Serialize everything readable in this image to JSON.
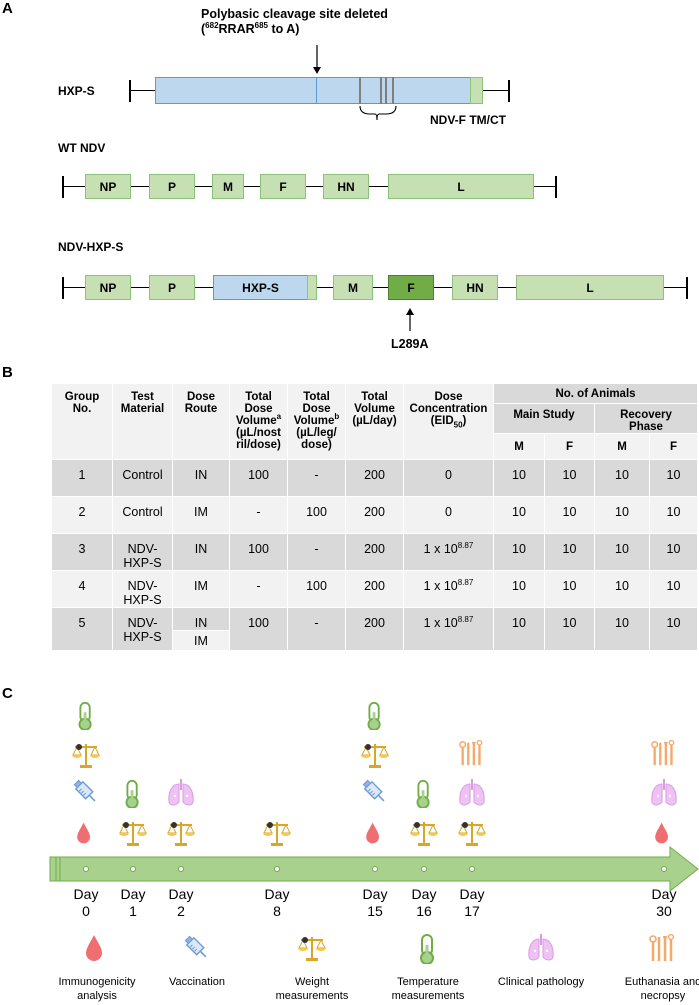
{
  "panel_a": {
    "letter": "A",
    "cleavage_label_line1": "Polybasic cleavage site deleted",
    "cleavage_label_line2": "(682RRAR685 to A)",
    "cleavage_sup1": "682",
    "cleavage_mid": "RRAR",
    "cleavage_sup2": "685",
    "cleavage_end": " to A)",
    "cleavage_open": "(",
    "hxps_label": "HXP-S",
    "tmct_label": "NDV-F TM/CT",
    "wt_label": "WT NDV",
    "wt_genes": [
      "NP",
      "P",
      "M",
      "F",
      "HN",
      "L"
    ],
    "ndv_hxps_label": "NDV-HXP-S",
    "ndv_hxps_genes": [
      "NP",
      "P",
      "HXP-S",
      "M",
      "F",
      "HN",
      "L"
    ],
    "mutation_label": "L289A"
  },
  "panel_b": {
    "letter": "B",
    "headers": {
      "group": [
        "Group",
        "No."
      ],
      "test": [
        "Test",
        "Material"
      ],
      "route": [
        "Dose",
        "Route"
      ],
      "total_dose_a": [
        "Total",
        "Dose",
        "Volume",
        "a",
        "(µL/nost",
        "ril/dose)"
      ],
      "total_dose_b": [
        "Total",
        "Dose",
        "Volume",
        "b",
        "(µL/leg/",
        "dose)"
      ],
      "total_volume": [
        "Total",
        "Volume",
        "(µL/day)"
      ],
      "dose_conc": [
        "Dose",
        "Concentration",
        "(EID",
        "50",
        ")"
      ],
      "animals": "No. of Animals",
      "main_study": "Main Study",
      "recovery": [
        "Recovery",
        "Phase"
      ],
      "m": "M",
      "f": "F"
    },
    "rows": [
      {
        "group": "1",
        "material": [
          "Control"
        ],
        "route": [
          "IN"
        ],
        "vol_a": "100",
        "vol_b": "-",
        "total": "200",
        "conc_base": "0",
        "conc_exp": "",
        "m1": "10",
        "f1": "10",
        "m2": "10",
        "f2": "10"
      },
      {
        "group": "2",
        "material": [
          "Control"
        ],
        "route": [
          "IM"
        ],
        "vol_a": "-",
        "vol_b": "100",
        "total": "200",
        "conc_base": "0",
        "conc_exp": "",
        "m1": "10",
        "f1": "10",
        "m2": "10",
        "f2": "10"
      },
      {
        "group": "3",
        "material": [
          "NDV-",
          "HXP-S"
        ],
        "route": [
          "IN"
        ],
        "vol_a": "100",
        "vol_b": "-",
        "total": "200",
        "conc_base": "1 x 10",
        "conc_exp": "8.87",
        "m1": "10",
        "f1": "10",
        "m2": "10",
        "f2": "10"
      },
      {
        "group": "4",
        "material": [
          "NDV-",
          "HXP-S"
        ],
        "route": [
          "IM"
        ],
        "vol_a": "-",
        "vol_b": "100",
        "total": "200",
        "conc_base": "1 x 10",
        "conc_exp": "8.87",
        "m1": "10",
        "f1": "10",
        "m2": "10",
        "f2": "10"
      },
      {
        "group": "5",
        "material": [
          "NDV-",
          "HXP-S"
        ],
        "route": [
          "IN",
          "IM"
        ],
        "vol_a": "100",
        "vol_b": "-",
        "total": "200",
        "conc_base": "1 x 10",
        "conc_exp": "8.87",
        "m1": "10",
        "f1": "10",
        "m2": "10",
        "f2": "10"
      }
    ]
  },
  "panel_c": {
    "letter": "C",
    "days": [
      {
        "word": "Day",
        "num": "0"
      },
      {
        "word": "Day",
        "num": "1"
      },
      {
        "word": "Day",
        "num": "2"
      },
      {
        "word": "Day",
        "num": "8"
      },
      {
        "word": "Day",
        "num": "15"
      },
      {
        "word": "Day",
        "num": "16"
      },
      {
        "word": "Day",
        "num": "17"
      },
      {
        "word": "Day",
        "num": "30"
      }
    ],
    "legend": [
      {
        "icon": "blood-drop-icon",
        "lines": [
          "Immunogenicity",
          "analysis"
        ]
      },
      {
        "icon": "syringe-icon",
        "lines": [
          "Vaccination"
        ]
      },
      {
        "icon": "scale-icon",
        "lines": [
          "Weight",
          "measurements"
        ]
      },
      {
        "icon": "thermometer-icon",
        "lines": [
          "Temperature",
          "measurements"
        ]
      },
      {
        "icon": "lungs-icon",
        "lines": [
          "Clinical pathology"
        ]
      },
      {
        "icon": "dissection-tools-icon",
        "lines": [
          "Euthanasia and",
          "necropsy"
        ]
      }
    ],
    "colors": {
      "arrow": "#a9d18e",
      "blood": "#ef6e72",
      "syringe": "#8fb4e3",
      "scale": "#e8b830",
      "thermometer": "#a9d18e",
      "lungs": "#e9b6f0",
      "tools": "#f4a96b"
    }
  }
}
